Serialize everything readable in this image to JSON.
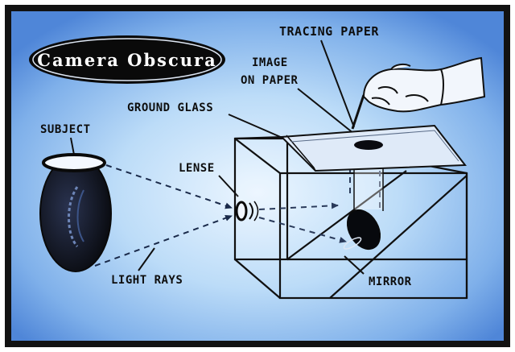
{
  "title": "Camera Obscura",
  "labels": {
    "tracing_paper": "TRACING PAPER",
    "image_on_paper_line1": "IMAGE",
    "image_on_paper_line2": "ON PAPER",
    "ground_glass": "GROUND GLASS",
    "subject": "SUBJECT",
    "lense": "LENSE",
    "light_rays": "LIGHT RAYS",
    "mirror": "MIRROR"
  },
  "colors": {
    "frame": "#1a1a1a",
    "background_center": "#e8f4ff",
    "background_edge": "#4f86d8",
    "ink": "#0e0e0e"
  }
}
